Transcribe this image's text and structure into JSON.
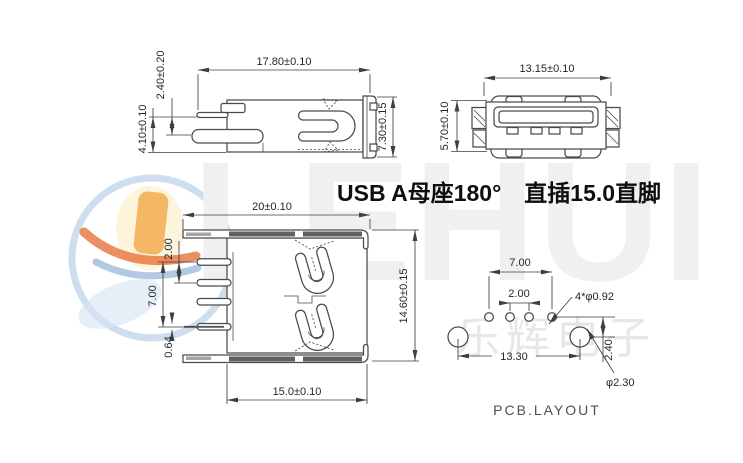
{
  "title": "USB A母座180°　直插15.0直脚",
  "watermark": {
    "brand_latin": "LEHUI",
    "brand_cn": "乐辉电子",
    "circle_color": "#c7d8ec",
    "flame_orange": "#f3a845",
    "swoosh_red": "#e4692f",
    "wave_blue": "#7fa3d0"
  },
  "views": {
    "side": {
      "dims": {
        "width": "17.80±0.10",
        "pin_offset": "2.40±0.20",
        "pin_drop": "4.10±0.10",
        "height": "7.30±0.15"
      }
    },
    "front": {
      "dims": {
        "width": "13.15±0.10",
        "height": "5.70±0.10"
      }
    },
    "top": {
      "dims": {
        "flange_width": "20±0.10",
        "pin_pitch": "2.00",
        "pin_span": "7.00",
        "pin_width": "0.64",
        "body_length": "14.60±0.15",
        "body_width": "15.0±0.10"
      }
    },
    "pcb": {
      "label": "PCB.LAYOUT",
      "dims": {
        "pin_span": "7.00",
        "pin_pitch": "2.00",
        "pin_hole": "4*φ0.92",
        "mount_span": "13.30",
        "row_offset": "2.40",
        "mount_hole": "φ2.30"
      }
    }
  }
}
